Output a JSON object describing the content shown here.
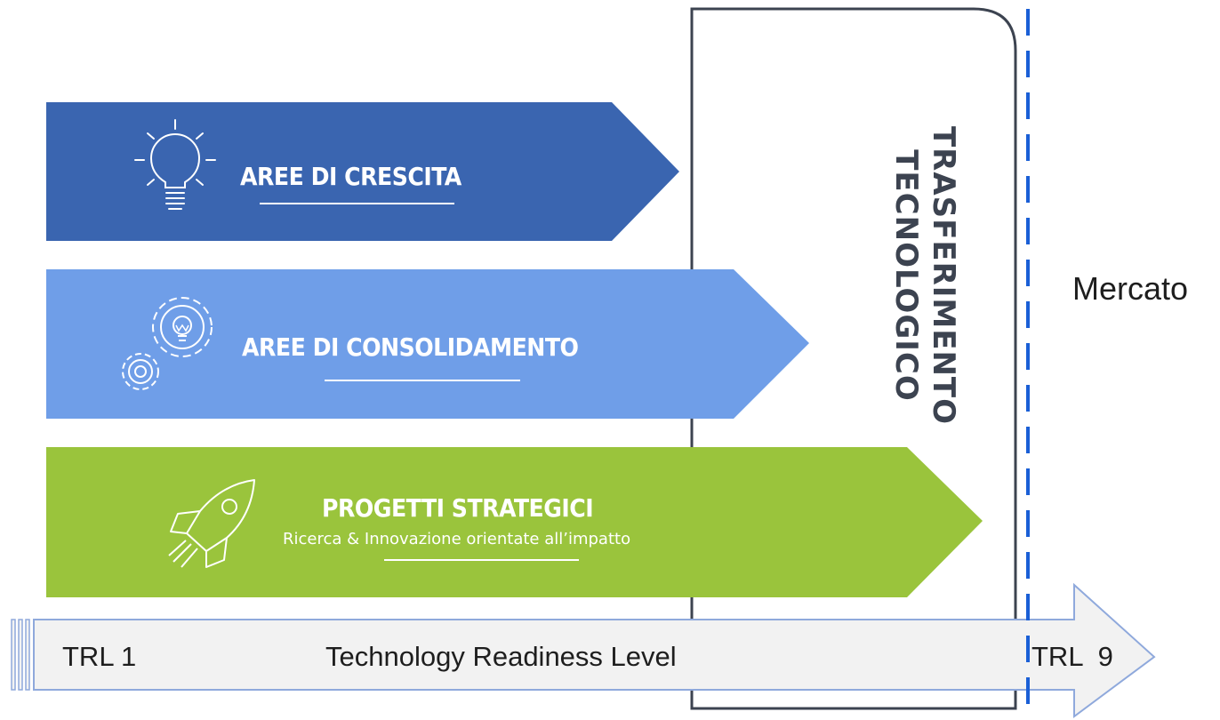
{
  "arrows": [
    {
      "title": "AREE DI CRESCITA",
      "subtitle": "",
      "icon": "lightbulb-icon",
      "color": "#3a65b0"
    },
    {
      "title": "AREE DI CONSOLIDAMENTO",
      "subtitle": "",
      "icon": "gears-icon",
      "color": "#6f9ee8"
    },
    {
      "title": "PROGETTI STRATEGICI",
      "subtitle": "Ricerca & Innovazione orientate all’impatto",
      "icon": "rocket-icon",
      "color": "#9ac43c"
    }
  ],
  "transfer_box": {
    "line1": "TRASFERIMENTO",
    "line2": "TECNOLOGICO"
  },
  "market_label": "Mercato",
  "trl_axis": {
    "start": "TRL 1",
    "label": "Technology Readiness Level",
    "end": "TRL  9"
  },
  "colors": {
    "border": "#3c4350",
    "dashed_line": "#1a5fd6",
    "axis_fill": "#f2f2f2",
    "axis_stroke": "#8fa9dc"
  }
}
